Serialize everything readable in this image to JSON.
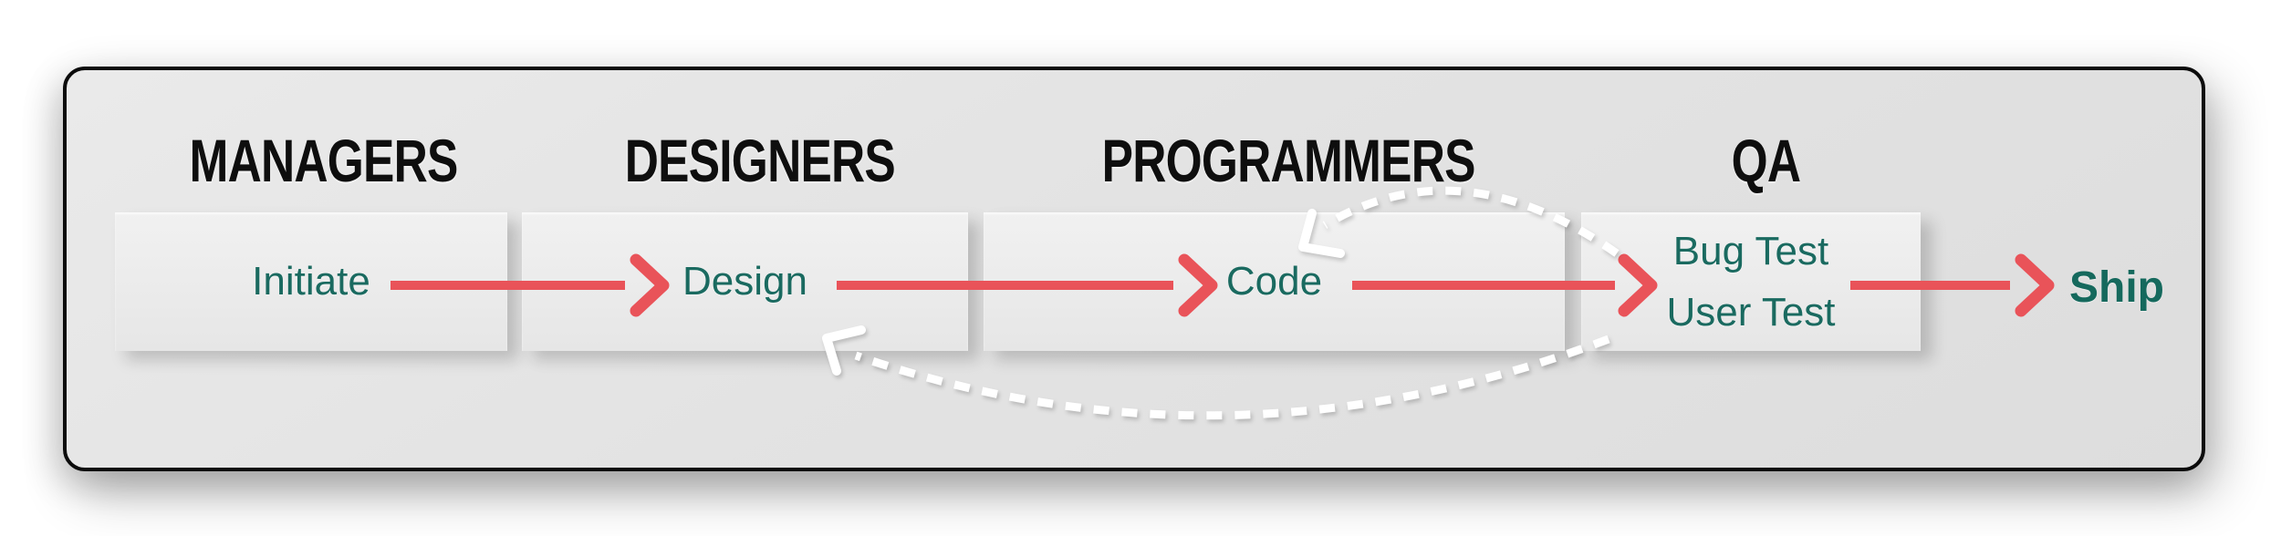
{
  "lanes": [
    {
      "header": "MANAGERS",
      "labels": [
        "Initiate"
      ]
    },
    {
      "header": "DESIGNERS",
      "labels": [
        "Design"
      ]
    },
    {
      "header": "PROGRAMMERS",
      "labels": [
        "Code"
      ]
    },
    {
      "header": "QA",
      "labels": [
        "Bug Test",
        "User Test"
      ]
    }
  ],
  "ship_label": "Ship",
  "arrows": {
    "flow_color": "#E95359",
    "feedback_color": "#FFFFFF"
  },
  "colors": {
    "page_bg": "#FFFFFF",
    "panel_bg": "#E3E3E3",
    "panel_border": "#0B0B0B",
    "box_bg": "#EDEDED",
    "header_text": "#0E0E0E",
    "label_text": "#1A6A60"
  }
}
